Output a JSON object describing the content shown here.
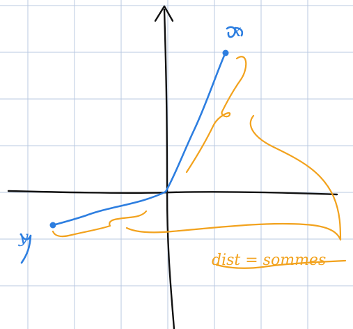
{
  "labels": {
    "x_vector": "x",
    "y_vector": "y",
    "note": "dist = sommes"
  },
  "colors": {
    "background": "#ffffff",
    "grid": "#b9c9e2",
    "axis": "#111111",
    "vector_strokes": "#2d7ee0",
    "annotation_strokes": "#f2a21d"
  }
}
